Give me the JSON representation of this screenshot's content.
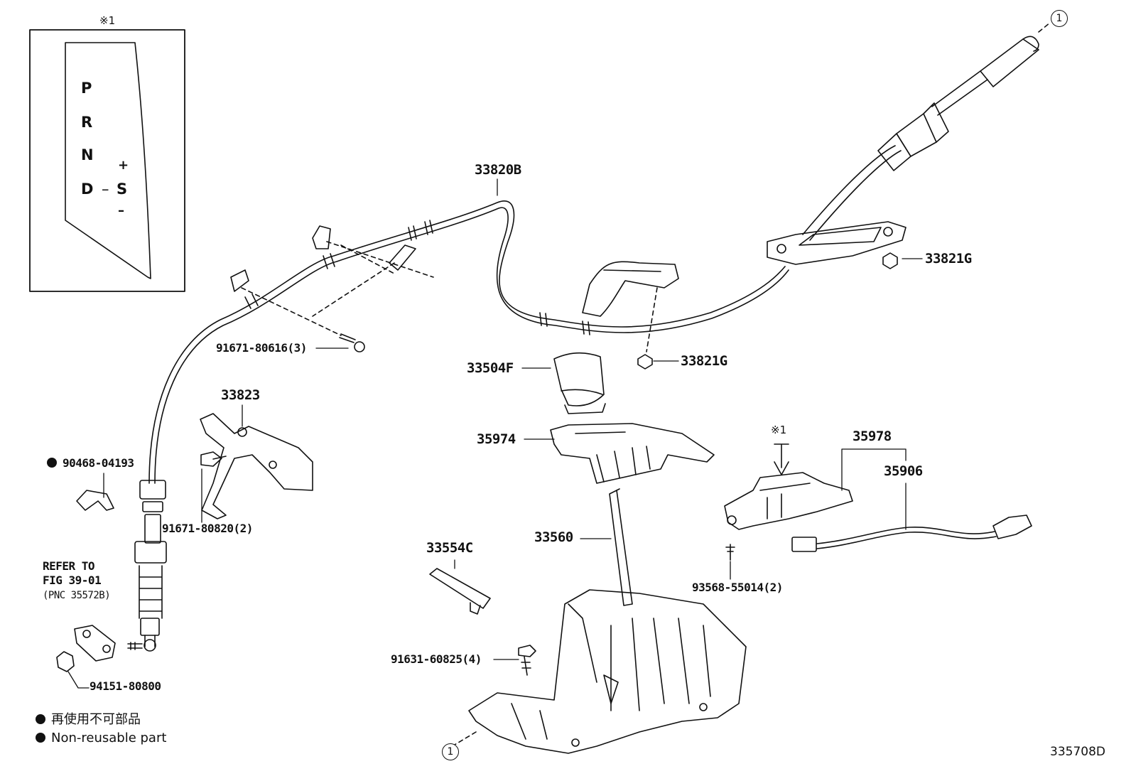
{
  "inset": {
    "marker": "※1",
    "gate_letters": [
      "P",
      "R",
      "N",
      "D"
    ],
    "dash": "–",
    "sport_labels": [
      "+",
      "S",
      "–"
    ]
  },
  "callout_marker": "1",
  "reference_marker": "※1",
  "parts": {
    "p33820B": "33820B",
    "p33821G_top": "33821G",
    "p33821G_mid": "33821G",
    "p91671_80616": "91671-80616(3)",
    "p33504F": "33504F",
    "p33823": "33823",
    "p35974": "35974",
    "p90468_04193": "90468-04193",
    "p91671_80820": "91671-80820(2)",
    "p35978": "35978",
    "p35906": "35906",
    "p33560": "33560",
    "p33554C": "33554C",
    "p93568_55014": "93568-55014(2)",
    "p91631_60825": "91631-60825(4)",
    "p94151_80800": "94151-80800"
  },
  "refer": {
    "line1": "REFER TO",
    "line2": "FIG 39-01",
    "line3": "(PNC 35572B)"
  },
  "legend": {
    "jp": "再使用不可部品",
    "en": "Non-reusable part"
  },
  "figure_id": "335708D"
}
